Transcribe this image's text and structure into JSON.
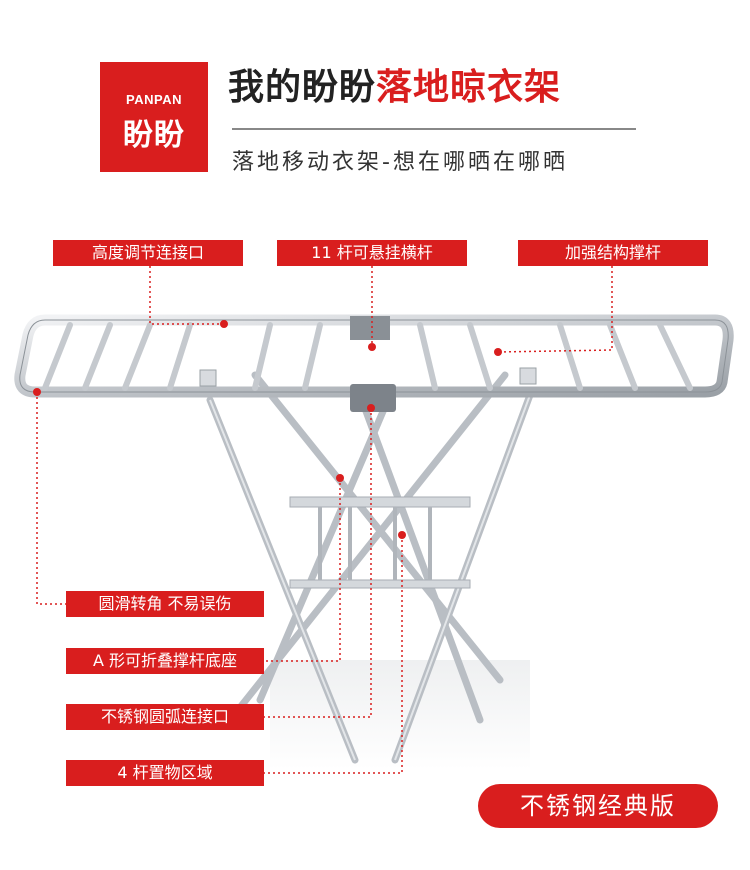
{
  "brand": {
    "name_en": "PANPAN",
    "name_cn": "盼盼"
  },
  "title": {
    "dark": "我的盼盼",
    "red": "落地晾衣架"
  },
  "subtitle": "落地移动衣架-想在哪晒在哪晒",
  "callouts": [
    "高度调节连接口",
    "11 杆可悬挂横杆",
    "加强结构撑杆",
    "圆滑转角 不易误伤",
    "A 形可折叠撑杆底座",
    "不锈钢圆弧连接口",
    "4 杆置物区域"
  ],
  "edition": "不锈钢经典版",
  "colors": {
    "accent": "#d91e1e",
    "text_dark": "#222222",
    "steel": "#c8ccd0"
  }
}
